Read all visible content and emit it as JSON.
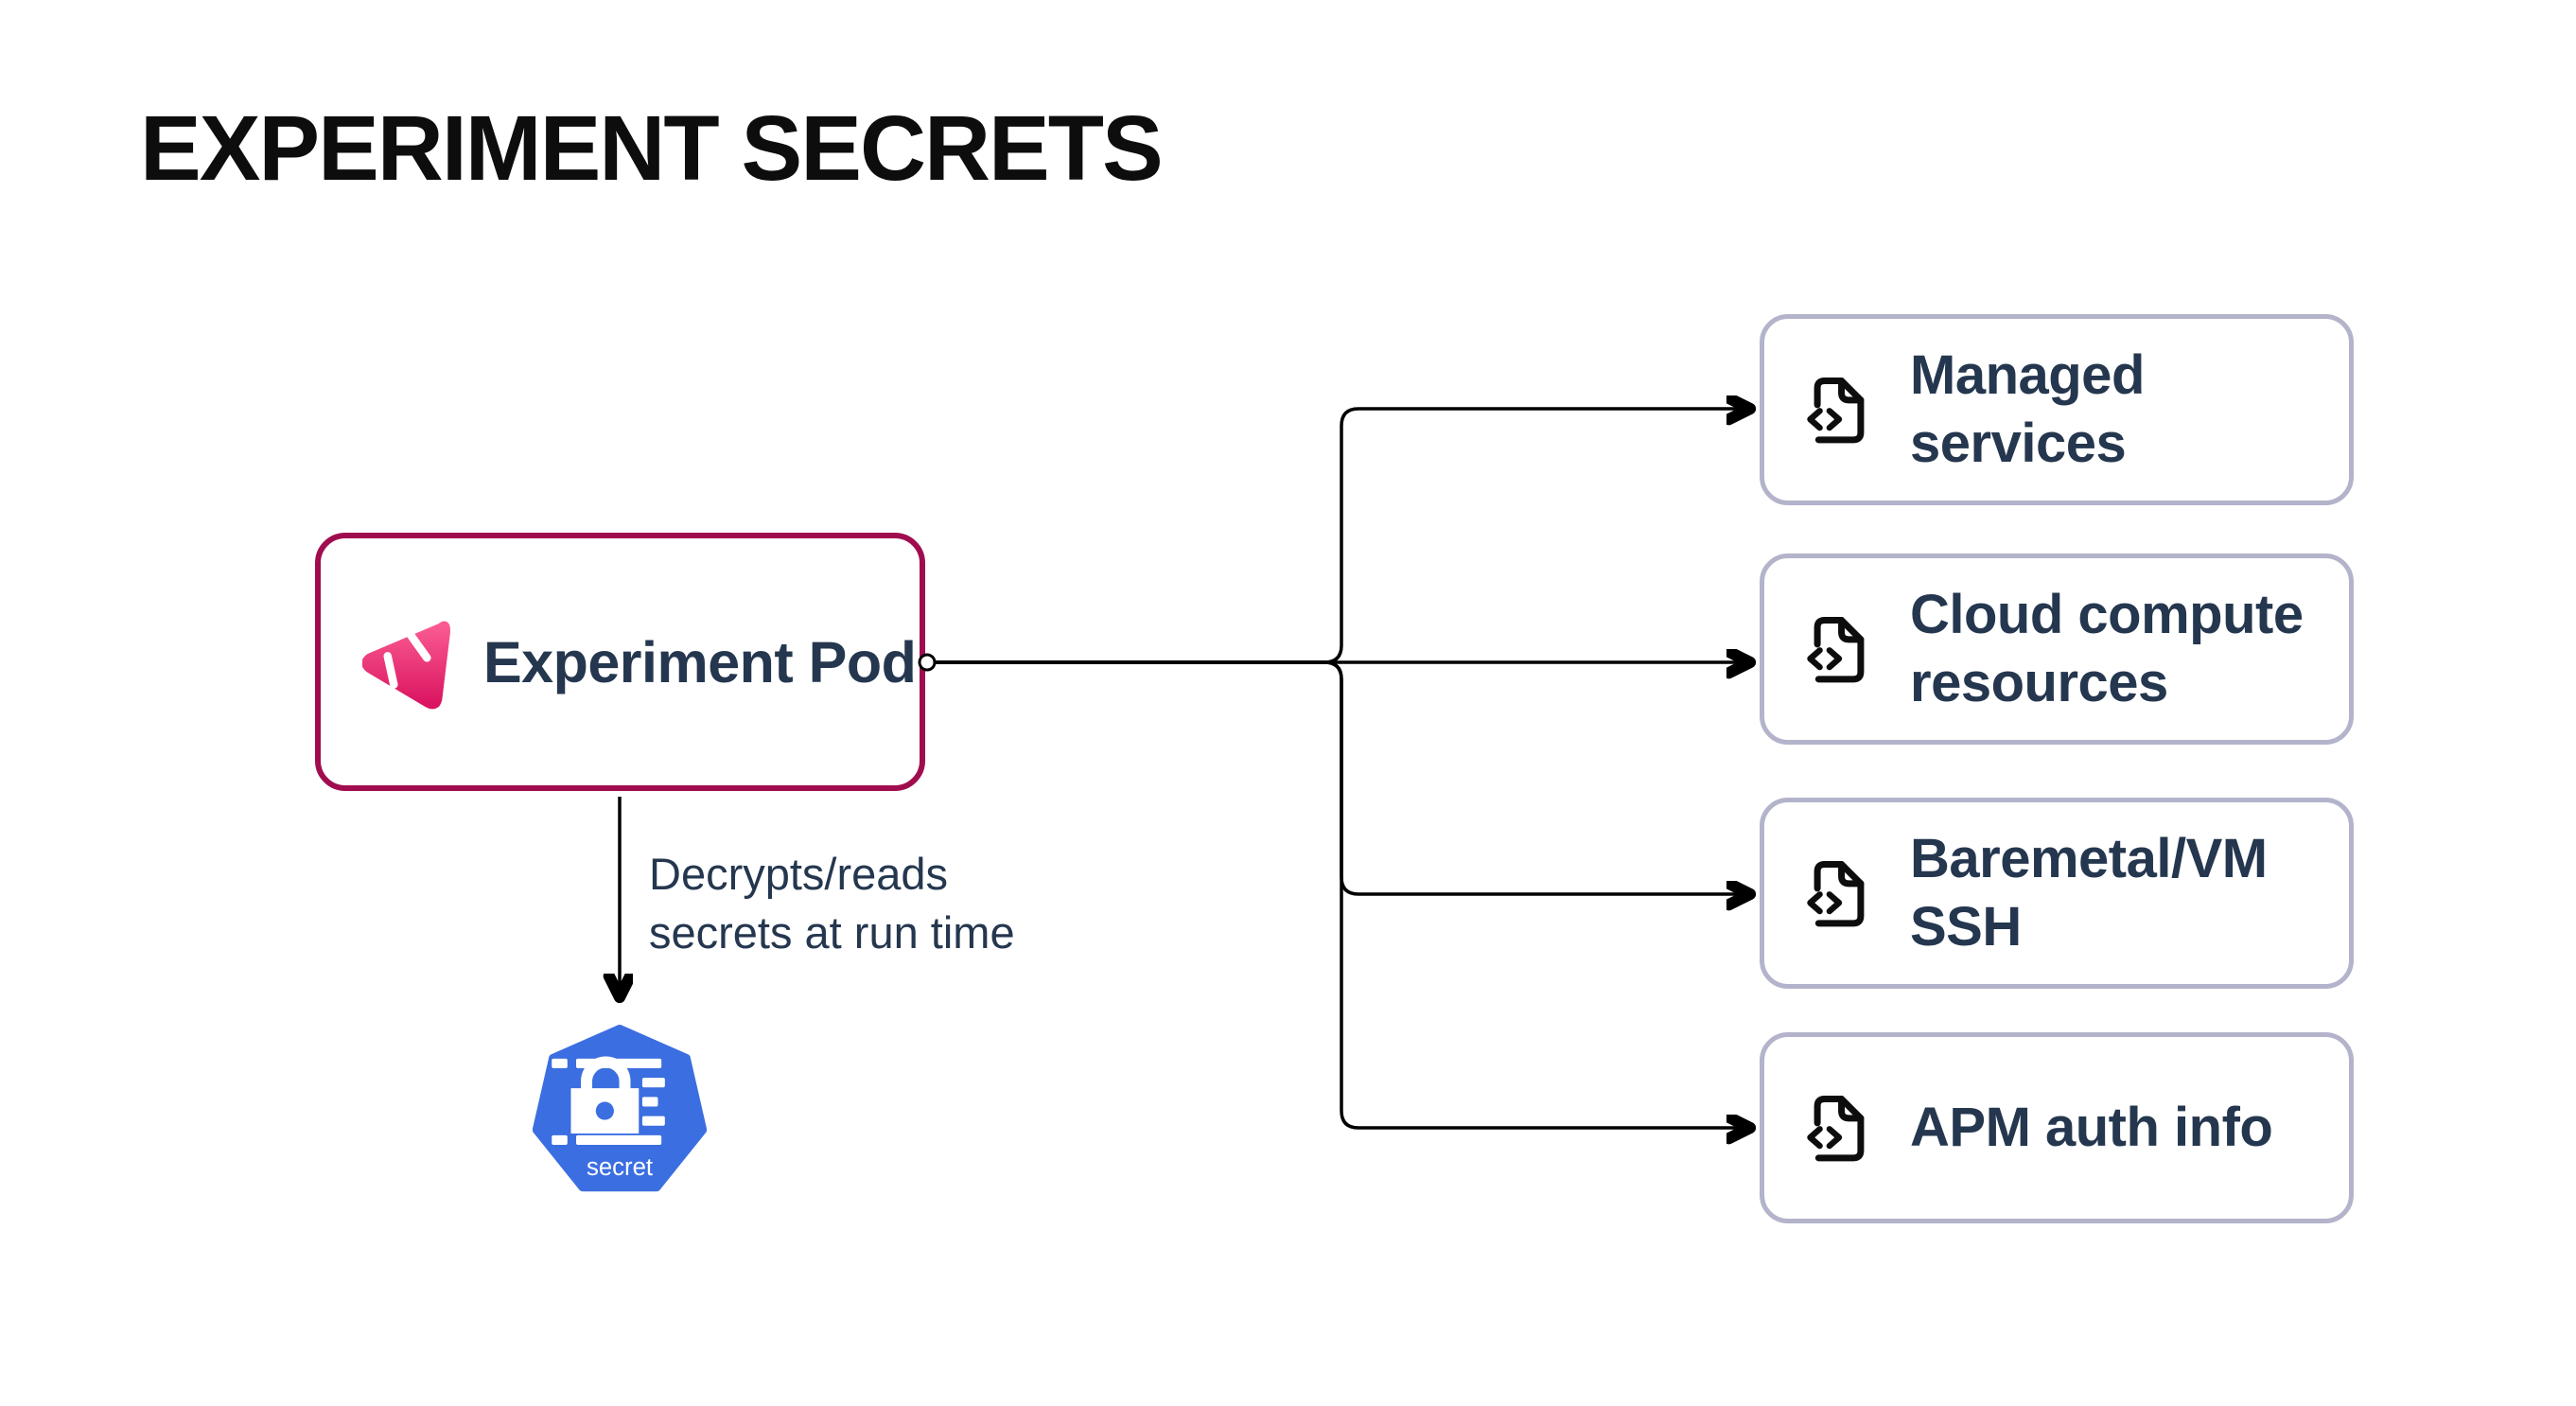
{
  "title": "EXPERIMENT SECRETS",
  "pod": {
    "label": "Experiment Pod"
  },
  "annotation": {
    "text": "Decrypts/reads\nsecrets at run time"
  },
  "secret": {
    "label": "secret"
  },
  "targets": [
    {
      "label": "Managed\nservices"
    },
    {
      "label": "Cloud compute\nresources"
    },
    {
      "label": "Baremetal/VM\nSSH"
    },
    {
      "label": "APM auth info"
    }
  ],
  "colors": {
    "title": "#0d0d0d",
    "text_navy": "#25374f",
    "pod_border": "#a00d4e",
    "target_border": "#b3b3cb",
    "line": "#000000",
    "k8s_blue": "#3b6ee0",
    "logo_pink_light": "#fa5b92",
    "logo_pink_dark": "#da1460",
    "background": "#ffffff"
  }
}
